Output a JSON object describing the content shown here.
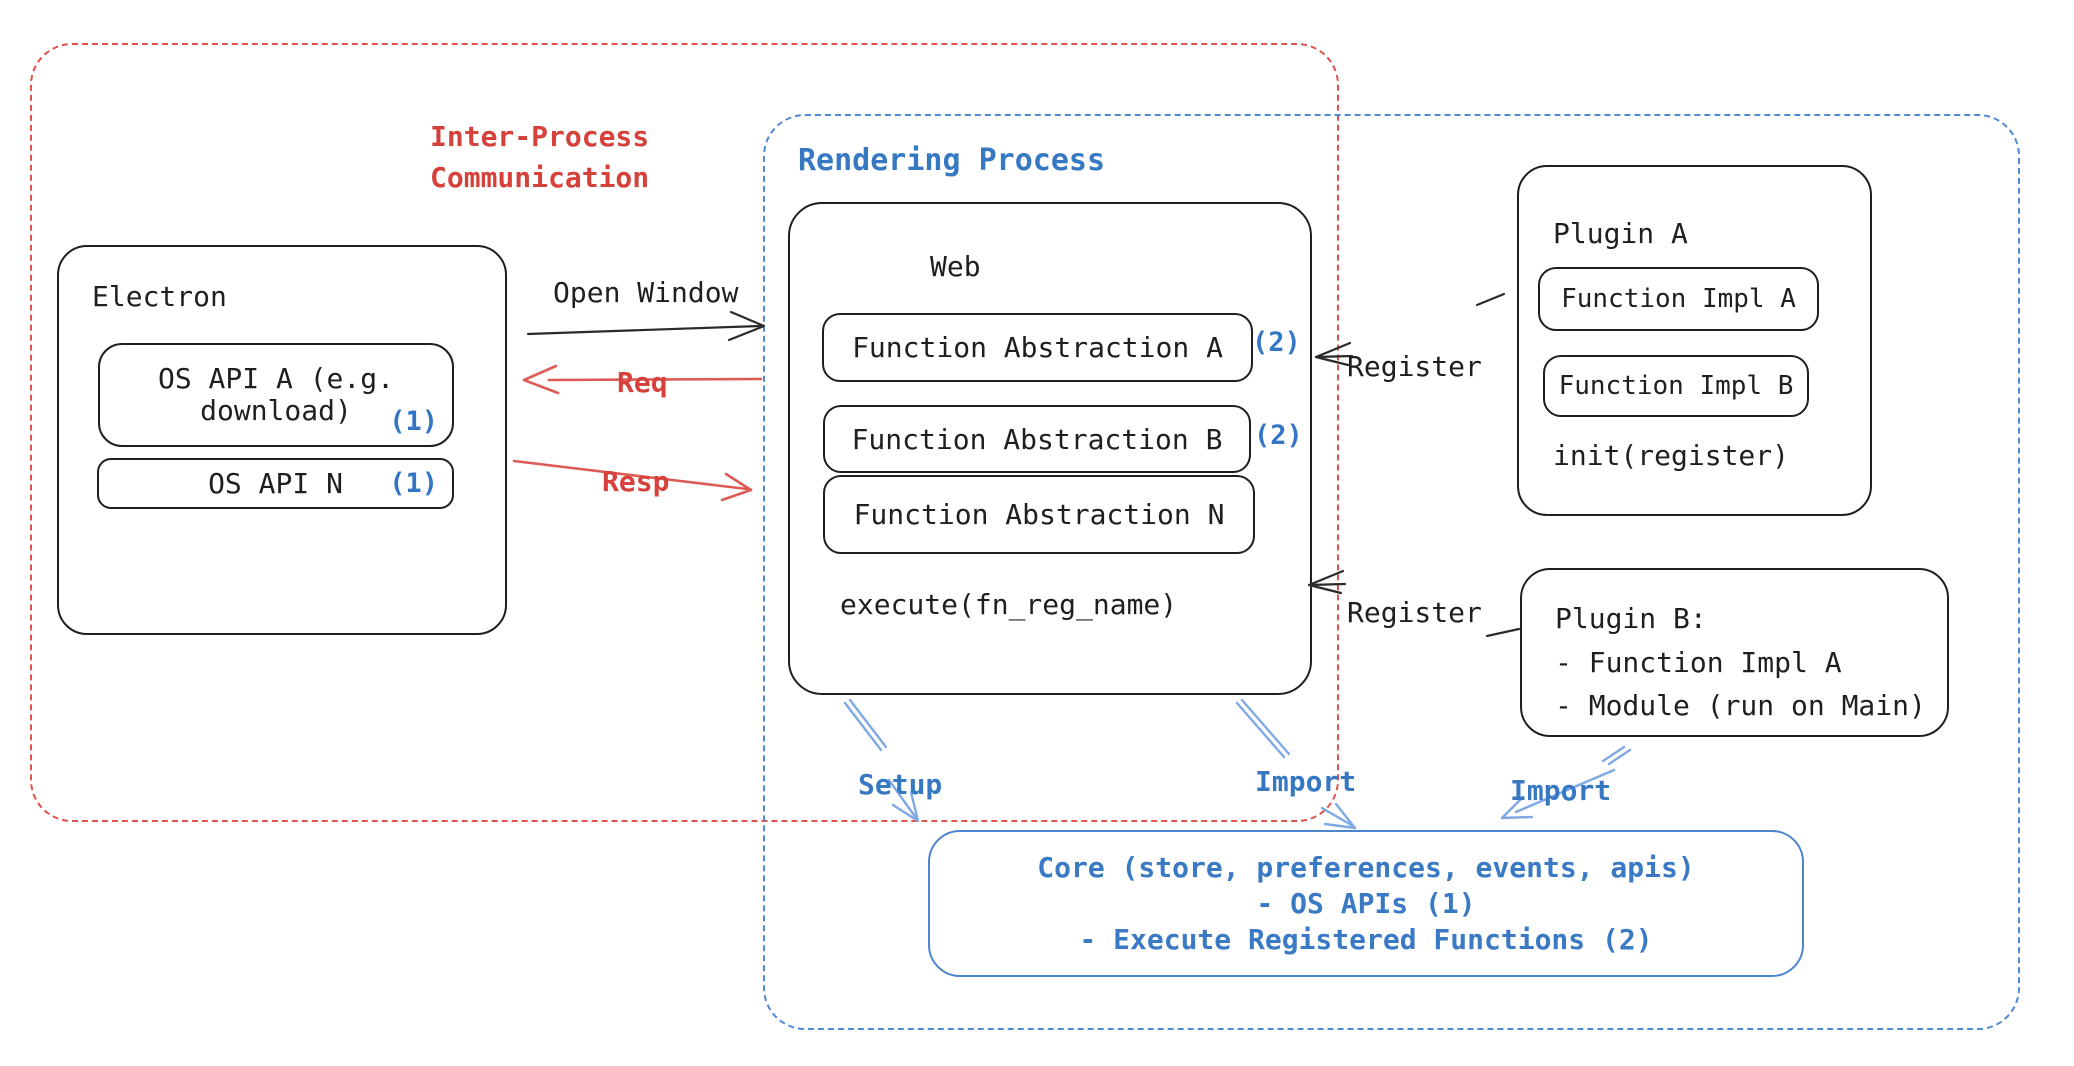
{
  "diagram": {
    "ipc": {
      "label_line1": "Inter-Process",
      "label_line2": "Communication"
    },
    "rendering": {
      "label": "Rendering Process"
    },
    "electron": {
      "title": "Electron",
      "api_a_line1": "OS API A (e.g.",
      "api_a_line2": "download)",
      "api_a_badge": "(1)",
      "api_n_text": "OS API N",
      "api_n_badge": "(1)"
    },
    "web": {
      "title": "Web",
      "fa_a": "Function Abstraction A",
      "fa_a_badge": "(2)",
      "fa_b": "Function Abstraction B",
      "fa_b_badge": "(2)",
      "fa_n": "Function Abstraction N",
      "execute": "execute(fn_reg_name)"
    },
    "plugin_a": {
      "title": "Plugin A",
      "impl_a": "Function Impl A",
      "impl_b": "Function Impl B",
      "init": "init(register)"
    },
    "plugin_b": {
      "line1": "Plugin B:",
      "line2": "- Function Impl A",
      "line3": "- Module (run on Main)"
    },
    "core": {
      "line1": "Core (store, preferences, events, apis)",
      "line2": "- OS APIs (1)",
      "line3": "- Execute Registered Functions (2)"
    },
    "labels": {
      "open_window": "Open Window",
      "req": "Req",
      "resp": "Resp",
      "register_top": "Register",
      "register_bottom": "Register",
      "setup": "Setup",
      "import_web": "Import",
      "import_plugin": "Import"
    },
    "colors": {
      "red": "#d6413c",
      "blue": "#3778c2",
      "light_blue": "#7fa9e4",
      "black": "#1f1f1f"
    }
  }
}
